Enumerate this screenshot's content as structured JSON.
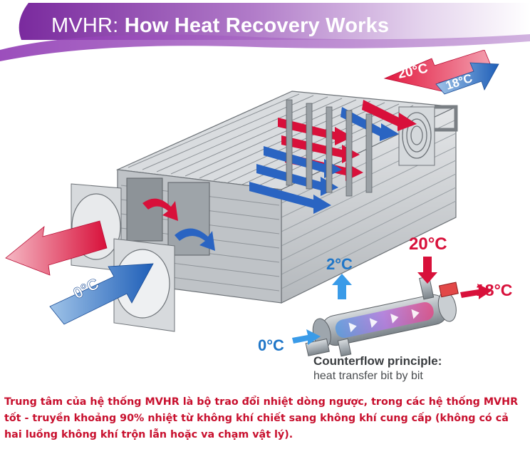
{
  "header": {
    "title_prefix": "MVHR:",
    "title_main": "How Heat Recovery Works"
  },
  "diagram": {
    "labels": {
      "inlet_outdoor": "0°C",
      "exhaust_to_outside": "2°C",
      "extract_from_room": "20°C",
      "supply_to_room": "18°C",
      "unit_outdoor": "0°C",
      "unit_exhaust": "20°C",
      "unit_supply": "18°C"
    },
    "principle_title": "Counterflow principle:",
    "principle_subtitle": "heat transfer bit by bit"
  },
  "colors": {
    "hot": "#d8103a",
    "cold": "#1f76c8",
    "banner_purple": "#8a2fb0"
  },
  "caption": "Trung tâm của hệ thống MVHR là bộ trao đổi nhiệt dòng ngược, trong các hệ thống MVHR tốt - truyền khoảng 90% nhiệt từ không khí chiết sang không khí cung cấp (không có cả hai luồng không khí trộn lẫn hoặc va chạm vật lý)."
}
